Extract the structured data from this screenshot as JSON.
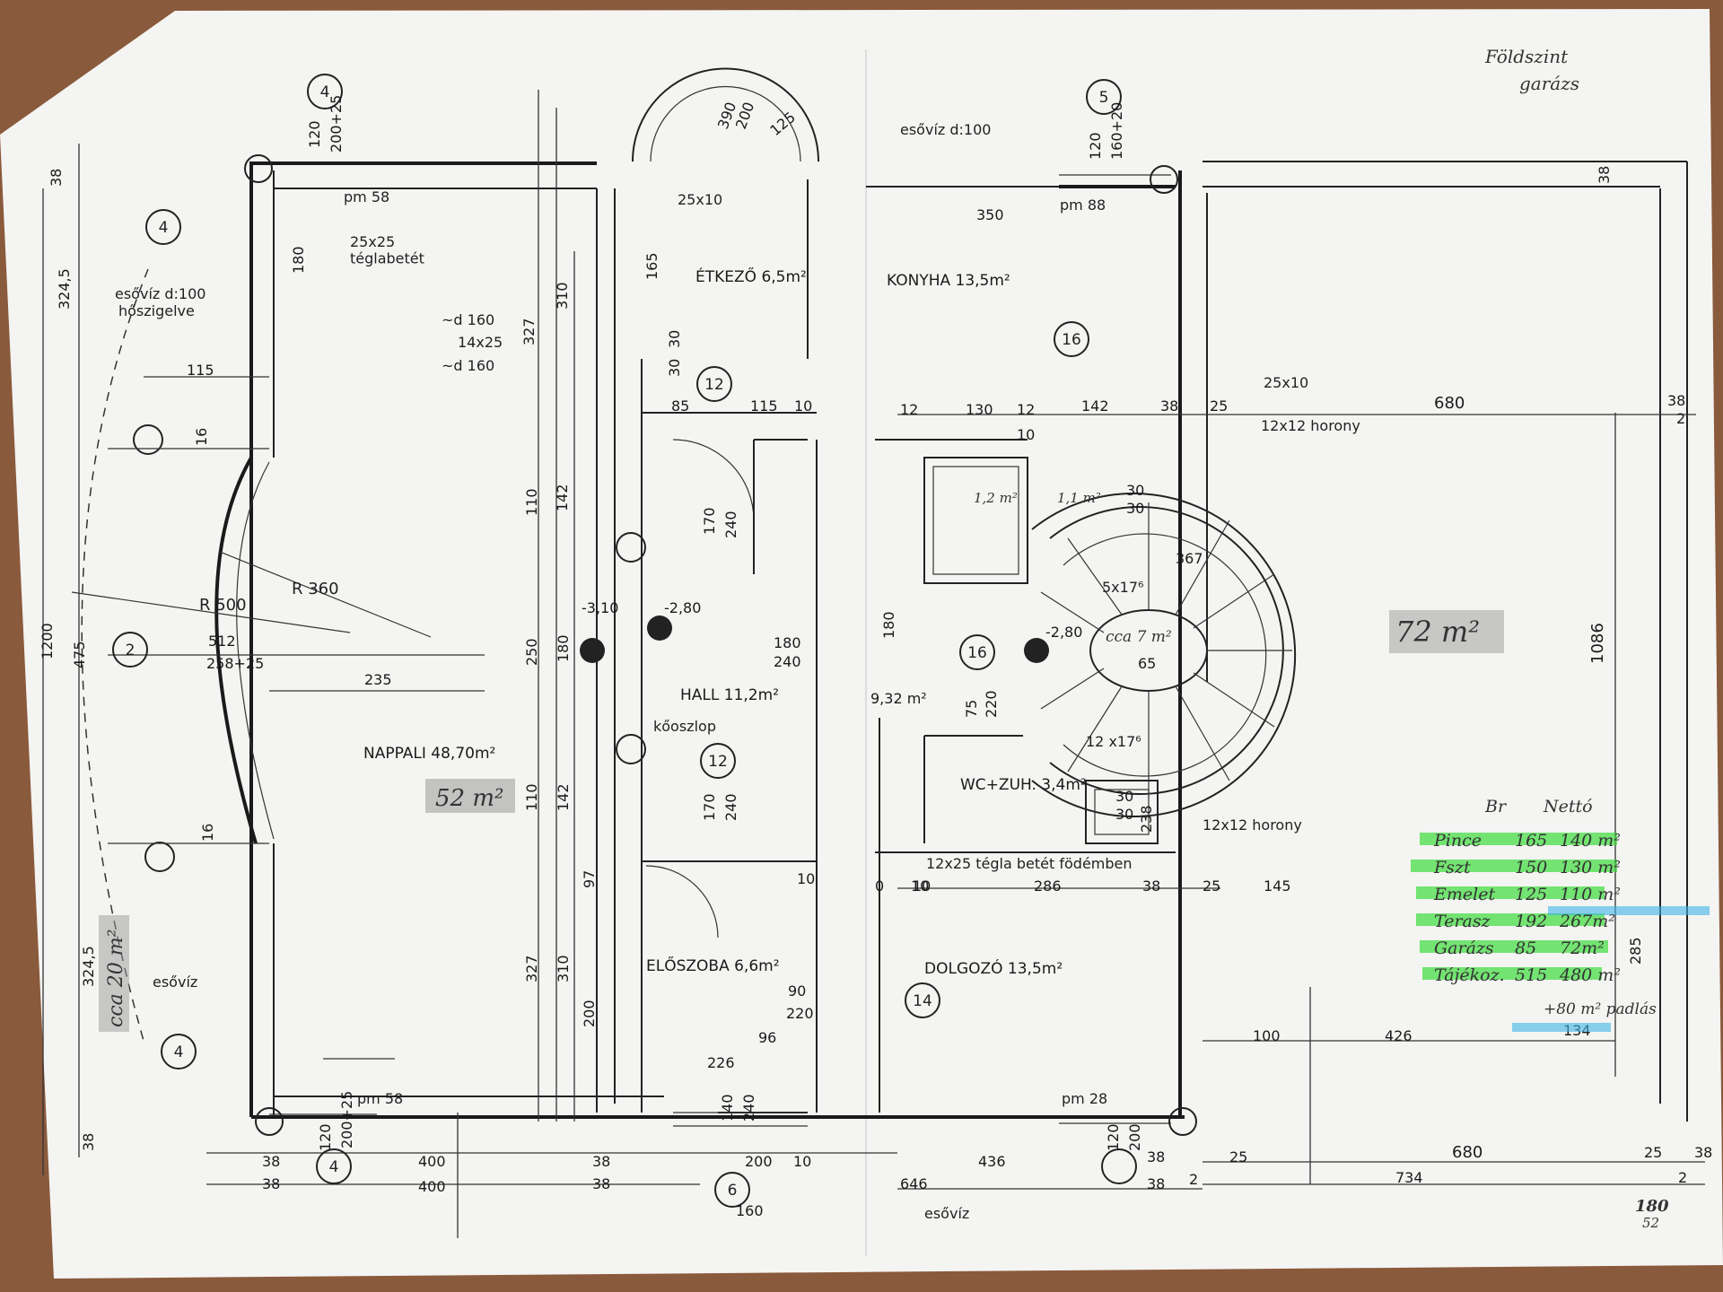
{
  "corner_note": [
    "Földszint",
    "garázs"
  ],
  "rooms": {
    "etkezo": "ÉTKEZŐ 6,5m²",
    "konyha": "KONYHA 13,5m²",
    "hall": "HALL 11,2m²",
    "nappali": "NAPPALI 48,70m²",
    "eloszoba": "ELŐSZOBA 6,6m²",
    "wc": "WC+ZUH. 3,4m²",
    "dolgozo": "DOLGOZÓ 13,5m²"
  },
  "labels": {
    "esoviz_top": "esővíz d:100",
    "esoviz_left": "esővíz d:100",
    "hoszigelve": "hőszigelve",
    "esoviz_small": "esővíz",
    "esove_bottom": "esővíz",
    "teglabetet": "25x25\ntéglabetét",
    "koszlop": "kőoszlop",
    "horony1": "12x12 horony",
    "horony2": "12x12 horony",
    "tegla_fodem": "12x25 tégla betét födémben",
    "pm58a": "pm 58",
    "pm58b": "pm 58",
    "pm88": "pm 88",
    "pm28": "pm 28",
    "d160a": "~d 160",
    "s14x25": "14x25",
    "d160b": "~d 160",
    "s25x10a": "25x10",
    "s25x10b": "25x10",
    "r360": "R 360",
    "r500": "R 500",
    "lepcso": "5x17⁶",
    "lepcso2": "12 x17⁶"
  },
  "handwritten": {
    "nappali_area": "52 m²",
    "big_area": "72 m²",
    "terrace_area": "cca 20 m²",
    "stair_area": "cca 7 m²",
    "wc_area": "1,2 m²",
    "wc_area2": "1,1 m²"
  },
  "axis_markers": [
    "4",
    "4",
    "4",
    "4",
    "5",
    "2",
    "12",
    "12",
    "16",
    "16",
    "14",
    "6"
  ],
  "dims_top": [
    "38",
    "120",
    "200+25",
    "180",
    "310",
    "327",
    "165",
    "30",
    "30",
    "390",
    "200",
    "125",
    "120",
    "160+20",
    "350",
    "38"
  ],
  "dims_mid": [
    "85",
    "115",
    "10",
    "12",
    "130",
    "12",
    "142",
    "38",
    "25",
    "680",
    "38",
    "2",
    "110",
    "142",
    "170",
    "240",
    "10",
    "30",
    "30"
  ],
  "dims_left": [
    "324,5",
    "1200",
    "475",
    "324,5",
    "38",
    "115",
    "16",
    "16",
    "512",
    "258+25",
    "235"
  ],
  "dims_center": [
    "250",
    "180",
    "-3,10",
    "-2,80",
    "180",
    "240",
    "180",
    "-2,80",
    "65",
    "367",
    "9,32 m²",
    "75",
    "220",
    "30",
    "30",
    "238",
    "110",
    "142",
    "170",
    "240",
    "97",
    "327",
    "310",
    "200",
    "90",
    "220",
    "96",
    "226",
    "140",
    "240",
    "10",
    "10",
    "0",
    "10",
    "286",
    "38",
    "25",
    "145",
    "100",
    "426",
    "134",
    "1086",
    "285"
  ],
  "dims_bottom": [
    "38",
    "120",
    "200+25",
    "400",
    "38",
    "200",
    "10",
    "38",
    "400",
    "38",
    "160",
    "646",
    "436",
    "120",
    "200",
    "38",
    "25",
    "38",
    "2",
    "680",
    "734",
    "25",
    "38",
    "2",
    "180",
    "52"
  ],
  "legend": {
    "header": [
      "Br",
      "Nettó"
    ],
    "rows": [
      {
        "label": "Pince",
        "br": "165",
        "netto": "140 m²"
      },
      {
        "label": "Fszt",
        "br": "150",
        "netto": "130 m²"
      },
      {
        "label": "Emelet",
        "br": "125",
        "netto": "110 m²"
      },
      {
        "label": "Terasz",
        "br": "192",
        "netto": "267m²"
      },
      {
        "label": "Garázs",
        "br": "85",
        "netto": "72m²"
      },
      {
        "label": "Tájékoz.",
        "br": "515",
        "netto": "480 m²"
      }
    ],
    "extra": "+80 m² padlás"
  },
  "colors": {
    "paper": "#f4f4f2",
    "background": "#8a5a3c",
    "green_highlight": "#3cdc3c",
    "blue_highlight": "#3cb4e6",
    "pencil_shade": "#9a9a9a"
  }
}
